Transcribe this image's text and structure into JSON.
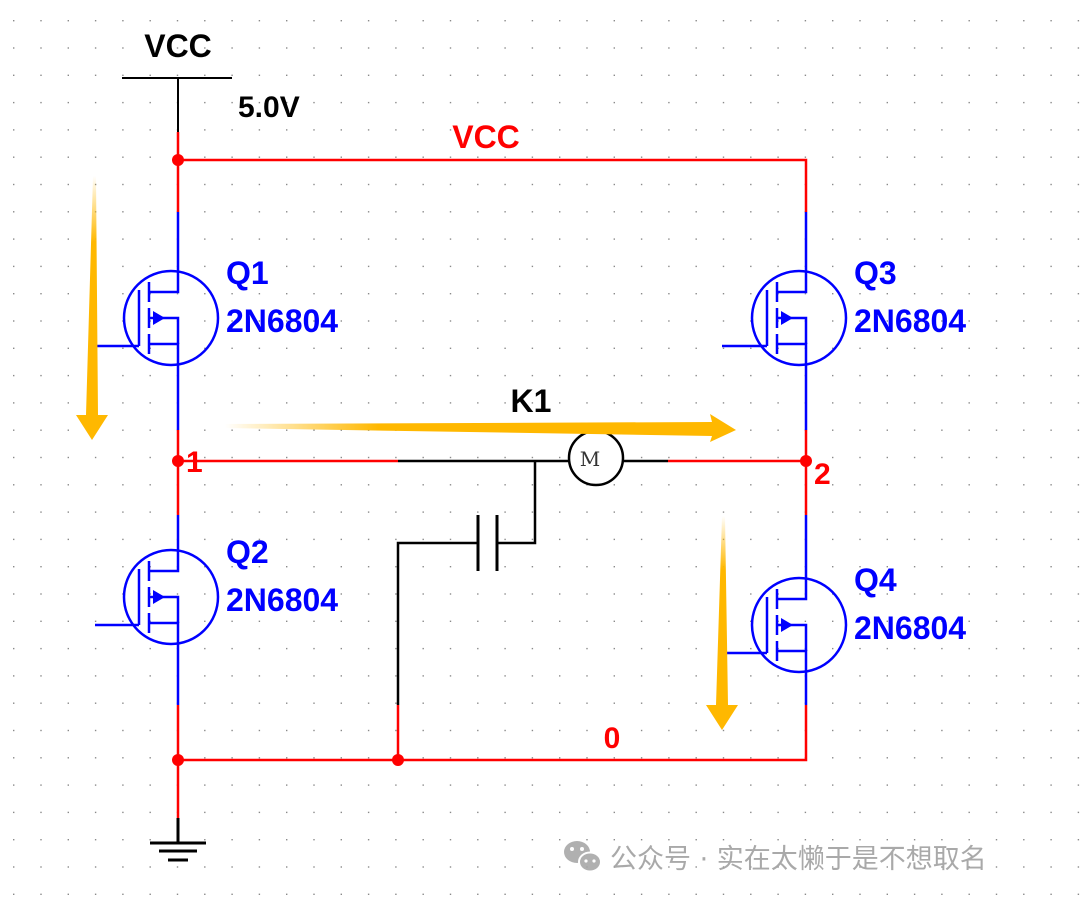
{
  "supply": {
    "name": "VCC",
    "voltage": "5.0V"
  },
  "nets": {
    "vcc": "VCC",
    "node1": "1",
    "node2": "2",
    "ground": "0"
  },
  "transistors": [
    {
      "ref": "Q1",
      "part": "2N6804"
    },
    {
      "ref": "Q2",
      "part": "2N6804"
    },
    {
      "ref": "Q3",
      "part": "2N6804"
    },
    {
      "ref": "Q4",
      "part": "2N6804"
    }
  ],
  "motor": {
    "ref": "K1",
    "symbol": "M"
  },
  "watermark": "公众号 · 实在太懒于是不想取名",
  "colors": {
    "wire_net": "#ff0000",
    "wire_device": "#0000ff",
    "wire_plain": "#000000",
    "current_arrow": "#ffb800",
    "watermark": "#a0a0a0"
  }
}
